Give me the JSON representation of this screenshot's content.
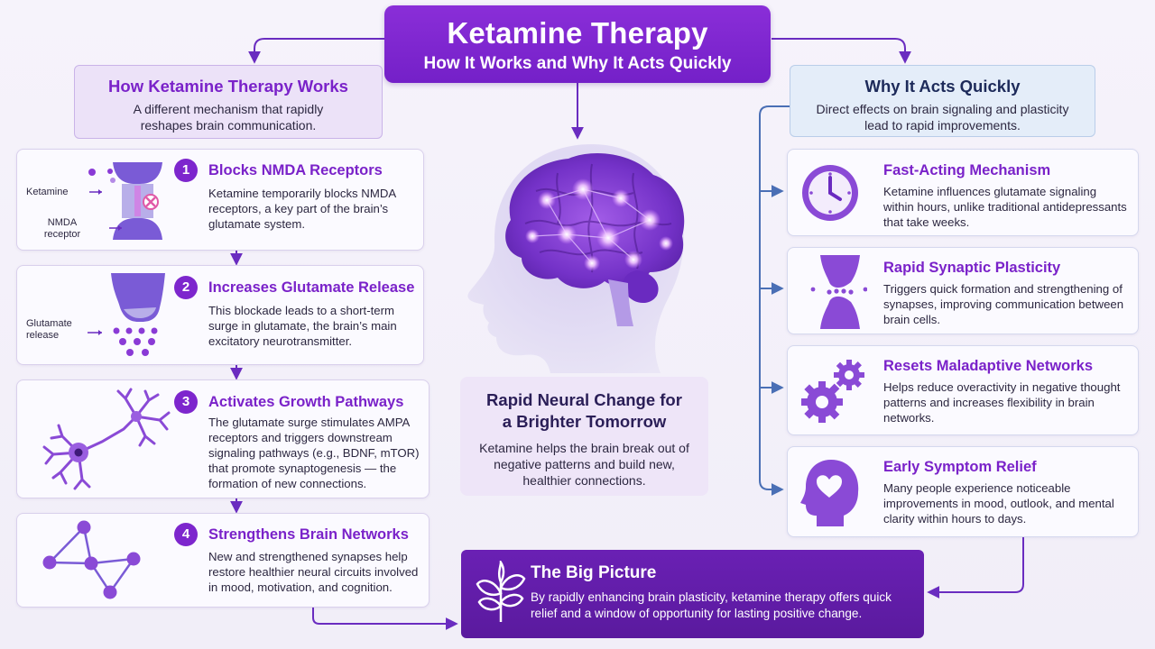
{
  "title": {
    "main": "Ketamine Therapy",
    "sub": "How It Works and Why It Acts Quickly"
  },
  "left_header": {
    "title": "How Ketamine Therapy Works",
    "text": "A different mechanism that rapidly reshapes brain communication."
  },
  "right_header": {
    "title": "Why It Acts Quickly",
    "text": "Direct effects on brain signaling and plasticity lead to rapid improvements."
  },
  "steps": [
    {
      "num": "1",
      "title": "Blocks NMDA Receptors",
      "text": "Ketamine temporarily blocks NMDA receptors, a key part of the brain’s glutamate system.",
      "labels": [
        "Ketamine",
        "NMDA receptor"
      ]
    },
    {
      "num": "2",
      "title": "Increases Glutamate Release",
      "text": "This blockade leads to a short-term surge in glutamate, the brain’s main excitatory neurotransmitter.",
      "labels": [
        "Glutamate release"
      ]
    },
    {
      "num": "3",
      "title": "Activates Growth Pathways",
      "text": "The glutamate surge stimulates AMPA receptors and triggers downstream signaling pathways (e.g., BDNF, mTOR) that promote synaptogenesis — the formation of new connections."
    },
    {
      "num": "4",
      "title": "Strengthens Brain Networks",
      "text": "New and strengthened synapses help restore healthier neural circuits involved in mood, motivation, and cognition."
    }
  ],
  "features": [
    {
      "title": "Fast-Acting Mechanism",
      "text": "Ketamine influences glutamate signaling within hours, unlike traditional antidepressants that take weeks.",
      "icon": "clock-icon"
    },
    {
      "title": "Rapid Synaptic Plasticity",
      "text": "Triggers quick formation and strengthening of synapses, improving communication between brain cells.",
      "icon": "synapse-icon"
    },
    {
      "title": "Resets Maladaptive Networks",
      "text": "Helps reduce overactivity in negative thought patterns and increases flexibility in brain networks.",
      "icon": "gears-icon"
    },
    {
      "title": "Early Symptom Relief",
      "text": "Many people experience noticeable improvements in mood, outlook, and mental clarity within hours to days.",
      "icon": "heart-head-icon"
    }
  ],
  "center": {
    "title": "Rapid Neural Change for a Brighter Tomorrow",
    "text": "Ketamine helps the brain break out of negative patterns and build new, healthier connections."
  },
  "big_picture": {
    "title": "The Big Picture",
    "text": "By rapidly enhancing brain plasticity, ketamine therapy offers quick relief and a window of opportunity for lasting positive change."
  },
  "colors": {
    "primary_purple": "#7d26cd",
    "dark_purple": "#5a1a9e",
    "light_lavender": "#ece2f8",
    "light_blue": "#e4edf9"
  }
}
